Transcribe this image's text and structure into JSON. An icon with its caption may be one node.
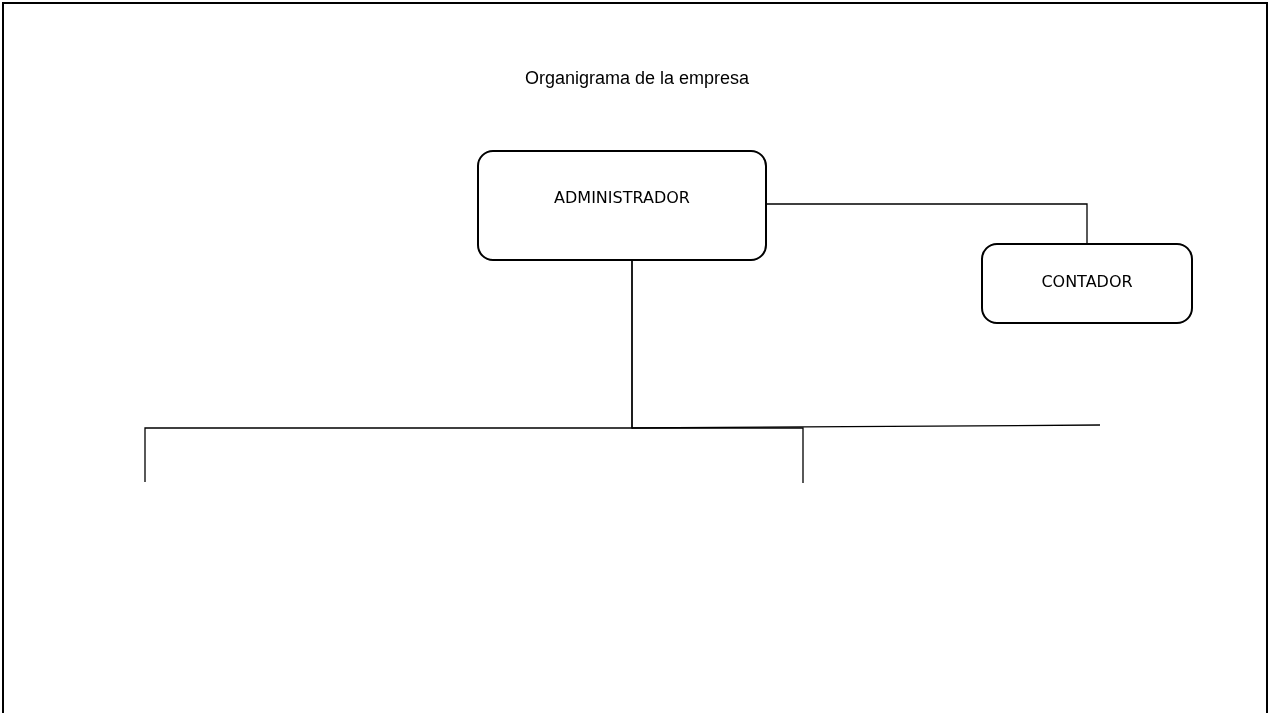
{
  "diagram": {
    "title": "Organigrama de la empresa",
    "nodes": [
      {
        "text": [
          "ADMINISTRADOR"
        ]
      },
      {
        "text": [
          "CONTADOR"
        ]
      }
    ],
    "edges": [
      {
        "from": 0,
        "to": 1,
        "arrow": "none"
      },
      {
        "from": 0,
        "to": null,
        "arrow": "none"
      },
      {
        "from": 0,
        "to": null,
        "arrow": "none"
      }
    ]
  }
}
